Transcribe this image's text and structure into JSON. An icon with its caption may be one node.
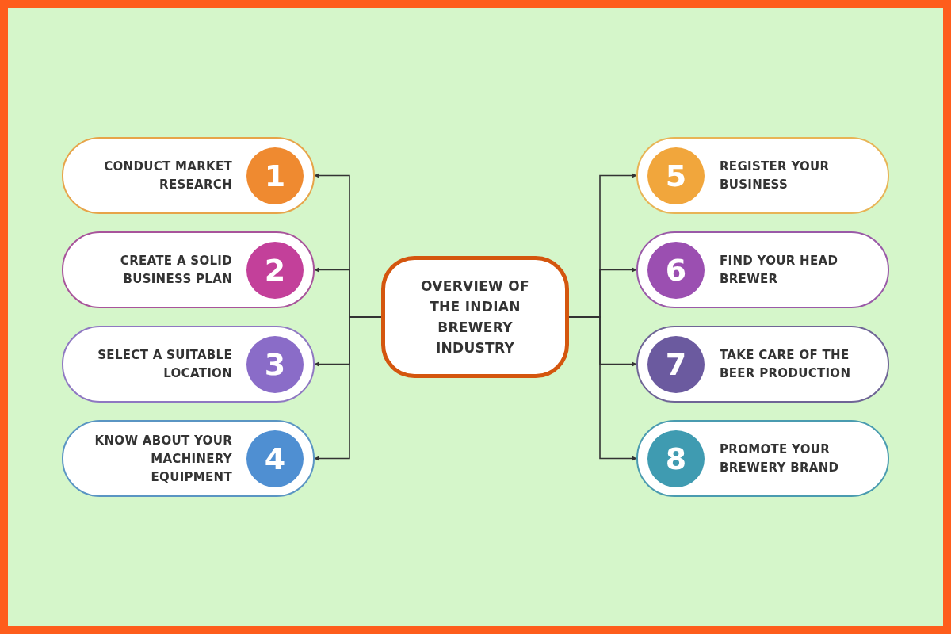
{
  "diagram": {
    "nodes": [
      {
        "text": [
          "OVERVIEW OF THE INDIAN BREWERY INDUSTRY"
        ]
      },
      {
        "text": [
          "CONDUCT MARKET RESEARCH"
        ]
      },
      {
        "text": [
          "1"
        ],
        "in": 1
      },
      {
        "text": [
          "CREATE A SOLID BUSINESS PLAN"
        ]
      },
      {
        "text": [
          "2"
        ],
        "in": 3
      },
      {
        "text": [
          "SELECT A SUITABLE LOCATION"
        ]
      },
      {
        "text": [
          "3"
        ],
        "in": 5
      },
      {
        "text": [
          "KNOW ABOUT YOUR MACHINERY EQUIPMENT"
        ]
      },
      {
        "text": [
          "4"
        ],
        "in": 7
      },
      {
        "text": [
          "REGISTER YOUR BUSINESS"
        ]
      },
      {
        "text": [
          "5"
        ],
        "in": 9
      },
      {
        "text": [
          "FIND YOUR HEAD BREWER"
        ]
      },
      {
        "text": [
          "6"
        ],
        "in": 11
      },
      {
        "text": [
          "TAKE CARE OF THE BEER PRODUCTION"
        ]
      },
      {
        "text": [
          "7"
        ],
        "in": 13
      },
      {
        "text": [
          "PROMOTE YOUR BREWERY BRAND"
        ]
      },
      {
        "text": [
          "8"
        ],
        "in": 15
      }
    ],
    "edges": [
      {
        "from": 0,
        "to": 1,
        "arrow": "to"
      },
      {
        "from": 0,
        "to": 3,
        "arrow": "to"
      },
      {
        "from": 0,
        "to": 5,
        "arrow": "to"
      },
      {
        "from": 0,
        "to": 7,
        "arrow": "to"
      },
      {
        "from": 0,
        "to": 9,
        "arrow": "to"
      },
      {
        "from": 0,
        "to": 11,
        "arrow": "to"
      },
      {
        "from": 0,
        "to": 13,
        "arrow": "to"
      },
      {
        "from": 0,
        "to": 15,
        "arrow": "to"
      }
    ]
  }
}
